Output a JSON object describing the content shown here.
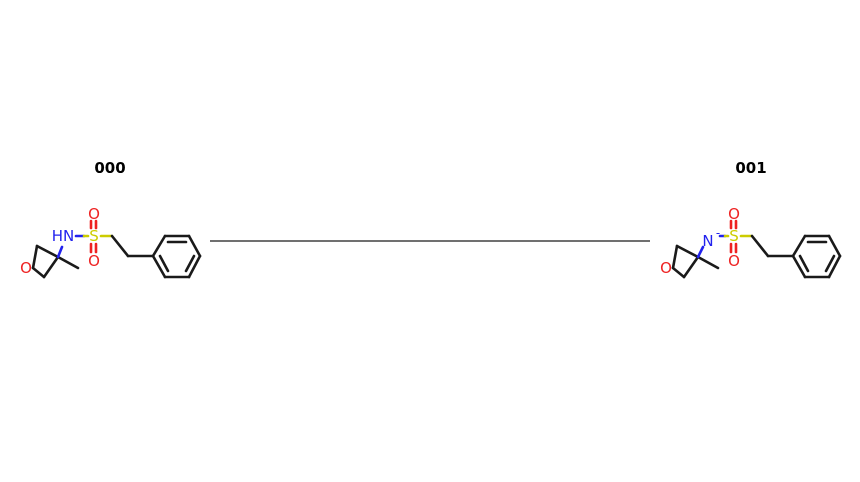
{
  "diagram": {
    "nodes": [
      {
        "id": "000",
        "atoms": {
          "amine": "HN",
          "sulfur": "S",
          "oxo_top": "O",
          "oxo_bottom": "O",
          "ring_oxygen": "O"
        }
      },
      {
        "id": "001",
        "atoms": {
          "amine": "N",
          "charge": "-",
          "sulfur": "S",
          "oxo_top": "O",
          "oxo_bottom": "O",
          "ring_oxygen": "O"
        }
      }
    ],
    "edges": [
      {
        "from": "000",
        "to": "001"
      }
    ]
  },
  "colors": {
    "carbon_bond": "#1a1a1a",
    "nitrogen": "#2222ee",
    "oxygen": "#ee2222",
    "sulfur": "#cccc00",
    "label": "#000000"
  }
}
